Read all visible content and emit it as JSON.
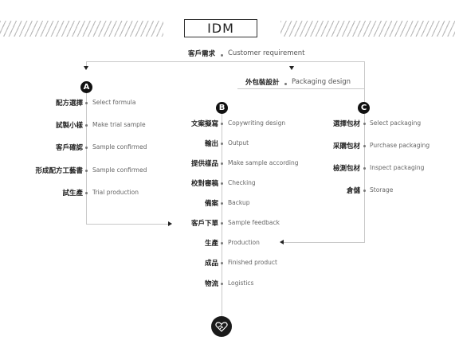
{
  "header": {
    "title": "IDM"
  },
  "top": {
    "customer_cn": "客戶需求",
    "customer_en": "Customer requirement",
    "packaging_cn": "外包裝設計",
    "packaging_en": "Packaging design"
  },
  "columns": {
    "a": {
      "badge": "A",
      "steps": [
        {
          "cn": "配方選擇",
          "en": "Select formula"
        },
        {
          "cn": "試製小樣",
          "en": "Make trial sample"
        },
        {
          "cn": "客戶確認",
          "en": "Sample confirmed"
        },
        {
          "cn": "形成配方工藝書",
          "en": "Sample confirmed"
        },
        {
          "cn": "試生產",
          "en": "Trial production"
        }
      ]
    },
    "b": {
      "badge": "B",
      "steps": [
        {
          "cn": "文案擬寫",
          "en": "Copywriting design"
        },
        {
          "cn": "輸出",
          "en": "Output"
        },
        {
          "cn": "提供樣品",
          "en": "Make sample according"
        },
        {
          "cn": "校對審稿",
          "en": "Checking"
        },
        {
          "cn": "備案",
          "en": "Backup"
        },
        {
          "cn": "客戶下單",
          "en": "Sample feedback"
        },
        {
          "cn": "生產",
          "en": "Production"
        },
        {
          "cn": "成品",
          "en": "Finished product"
        },
        {
          "cn": "物流",
          "en": "Logistics"
        }
      ]
    },
    "c": {
      "badge": "C",
      "steps": [
        {
          "cn": "選擇包材",
          "en": "Select packaging"
        },
        {
          "cn": "采購包材",
          "en": "Purchase packaging"
        },
        {
          "cn": "檢測包材",
          "en": "Inspect packaging"
        },
        {
          "cn": "倉儲",
          "en": "Storage"
        }
      ]
    }
  },
  "end_icon": "handshake-heart-icon"
}
